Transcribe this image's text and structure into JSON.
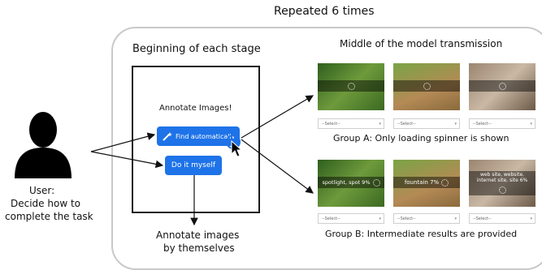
{
  "header": {
    "title": "Repeated 6 times"
  },
  "user": {
    "label_line1": "User:",
    "label_line2": "Decide how to",
    "label_line3": "complete the task"
  },
  "stage_begin": {
    "title": "Beginning of each stage"
  },
  "phone": {
    "title": "Annotate Images!",
    "btn_auto": "Find automatically",
    "btn_manual": "Do it myself"
  },
  "result_manual": {
    "line1": "Annotate images",
    "line2": "by themselves"
  },
  "middle": {
    "title": "Middle of the model transmission"
  },
  "groupA": {
    "caption": "Group A: Only loading spinner is shown",
    "selects": [
      "--Select--",
      "--Select--",
      "--Select--"
    ]
  },
  "groupB": {
    "caption": "Group B: Intermediate results are provided",
    "labels": [
      "spotlight, spot 9%",
      "fountain 7%",
      "web site, website, internet site, site 6%"
    ],
    "selects": [
      "--Select--",
      "--Select--",
      "--Select--"
    ]
  },
  "colors": {
    "button_blue": "#1e73e8",
    "frame_gray": "#c9c9c9",
    "ink": "#111111"
  },
  "icons": [
    "user-silhouette-icon",
    "magic-wand-icon",
    "cursor-click-icon",
    "loading-spinner-icon",
    "chevron-down-icon"
  ]
}
